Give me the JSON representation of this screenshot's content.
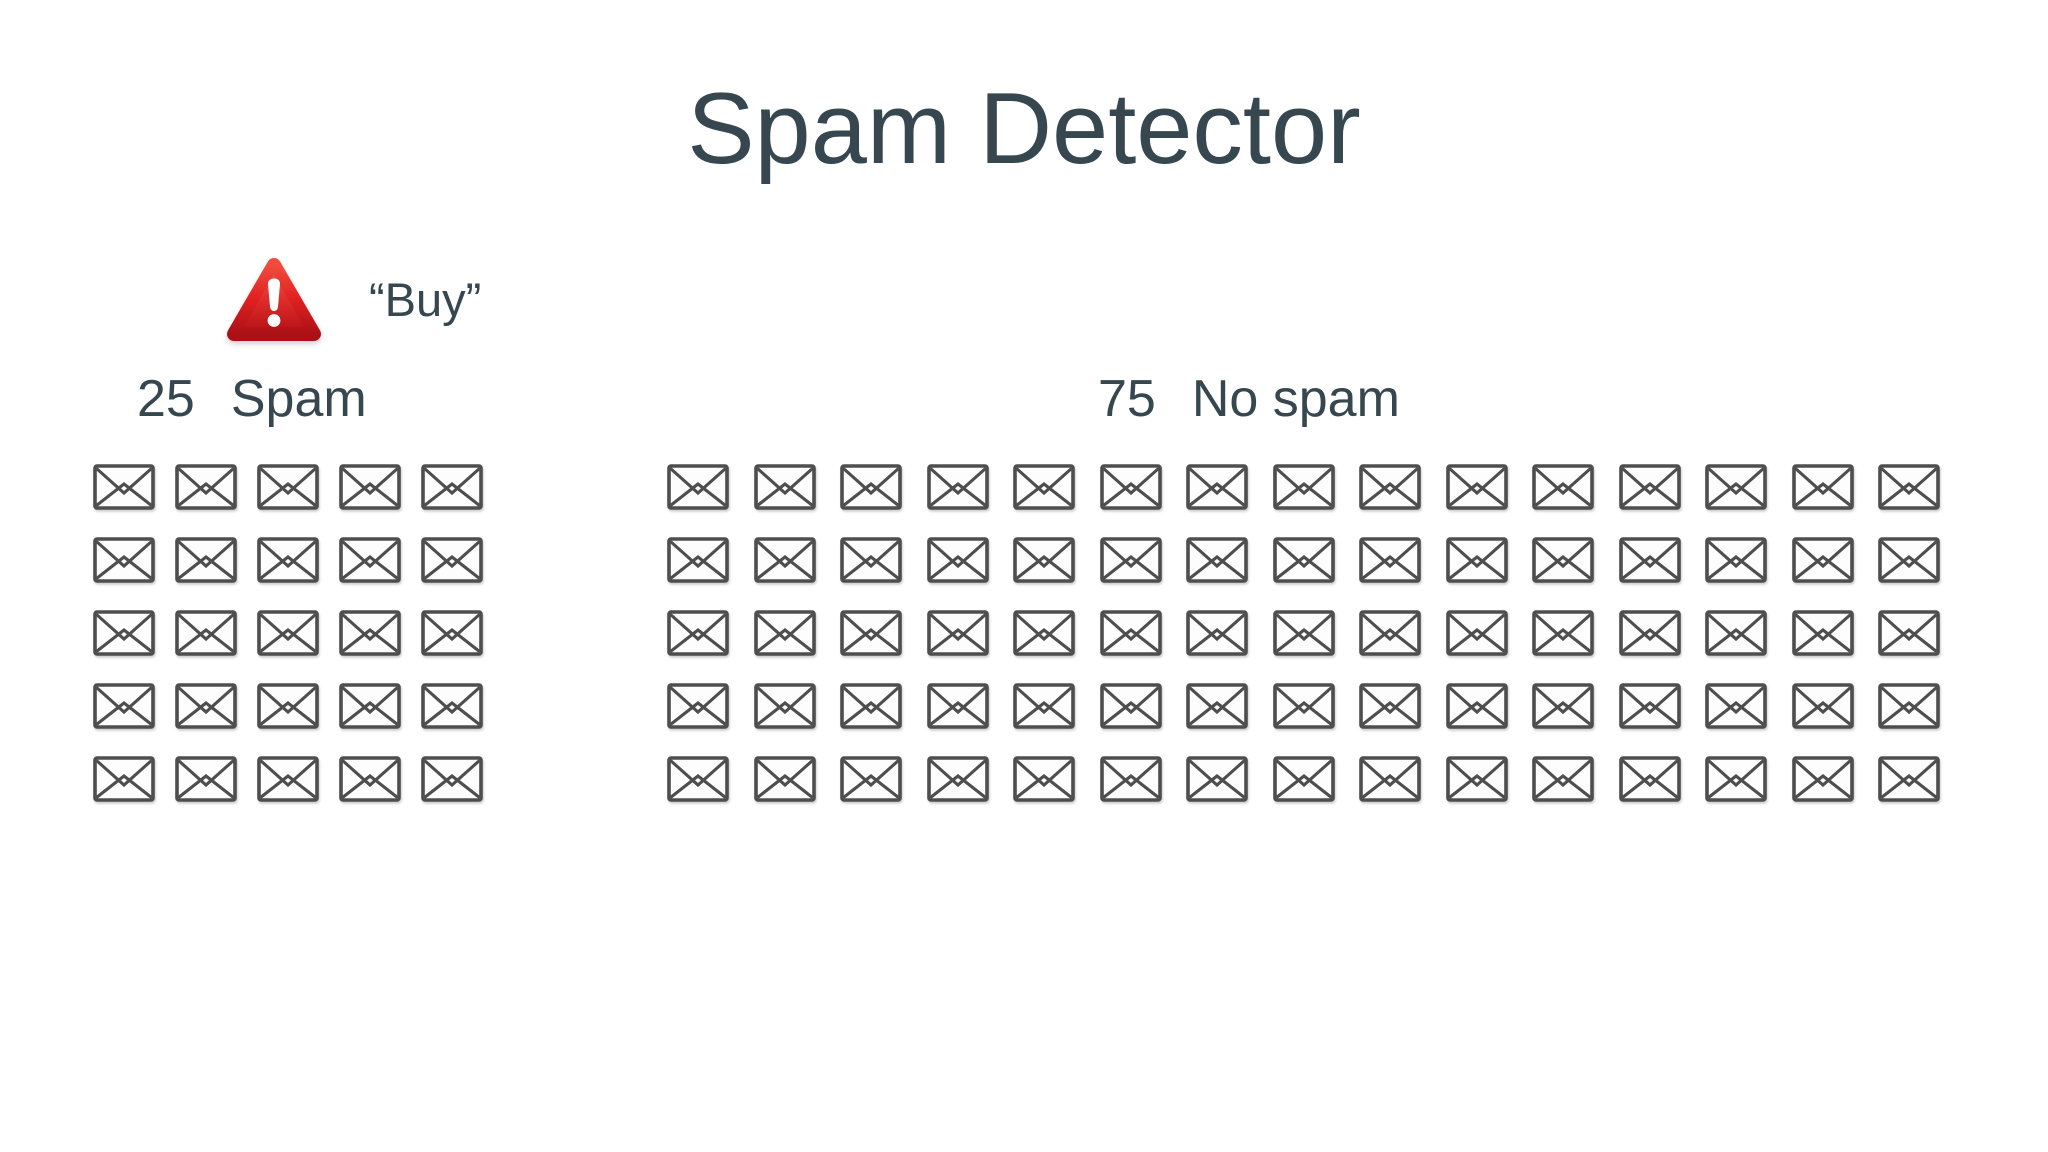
{
  "title": "Spam Detector",
  "feature": {
    "icon": "warning-triangle",
    "word": "“Buy”"
  },
  "groups": [
    {
      "id": "spam",
      "count": "25",
      "label": "Spam",
      "total": 25,
      "cols": 5,
      "rows": 5,
      "icon": "envelope"
    },
    {
      "id": "no-spam",
      "count": "75",
      "label": "No spam",
      "total": 75,
      "cols": 15,
      "rows": 5,
      "icon": "envelope"
    }
  ],
  "colors": {
    "text": "#37474f",
    "envelope_stroke": "#4e4e4e",
    "envelope_fill": "#fdfdfd",
    "warning_red_top": "#f04c3e",
    "warning_red_mid": "#e02020",
    "warning_red_bottom": "#aa1016",
    "background": "#ffffff"
  },
  "chart_data": {
    "type": "bar",
    "style": "pictogram grid of envelope icons, one icon per email",
    "title": "Spam Detector",
    "categories": [
      "Spam",
      "No spam"
    ],
    "values": [
      25,
      75
    ],
    "unit": "emails",
    "icon": "envelope",
    "layout": {
      "spam_grid": "5 cols x 5 rows",
      "no_spam_grid": "15 cols x 5 rows",
      "legend": "none",
      "axes": "none"
    },
    "annotations": [
      {
        "target": "Spam",
        "icon": "warning-triangle",
        "text": "“Buy”",
        "meaning": "emails containing the word Buy flagged as spam"
      }
    ]
  }
}
